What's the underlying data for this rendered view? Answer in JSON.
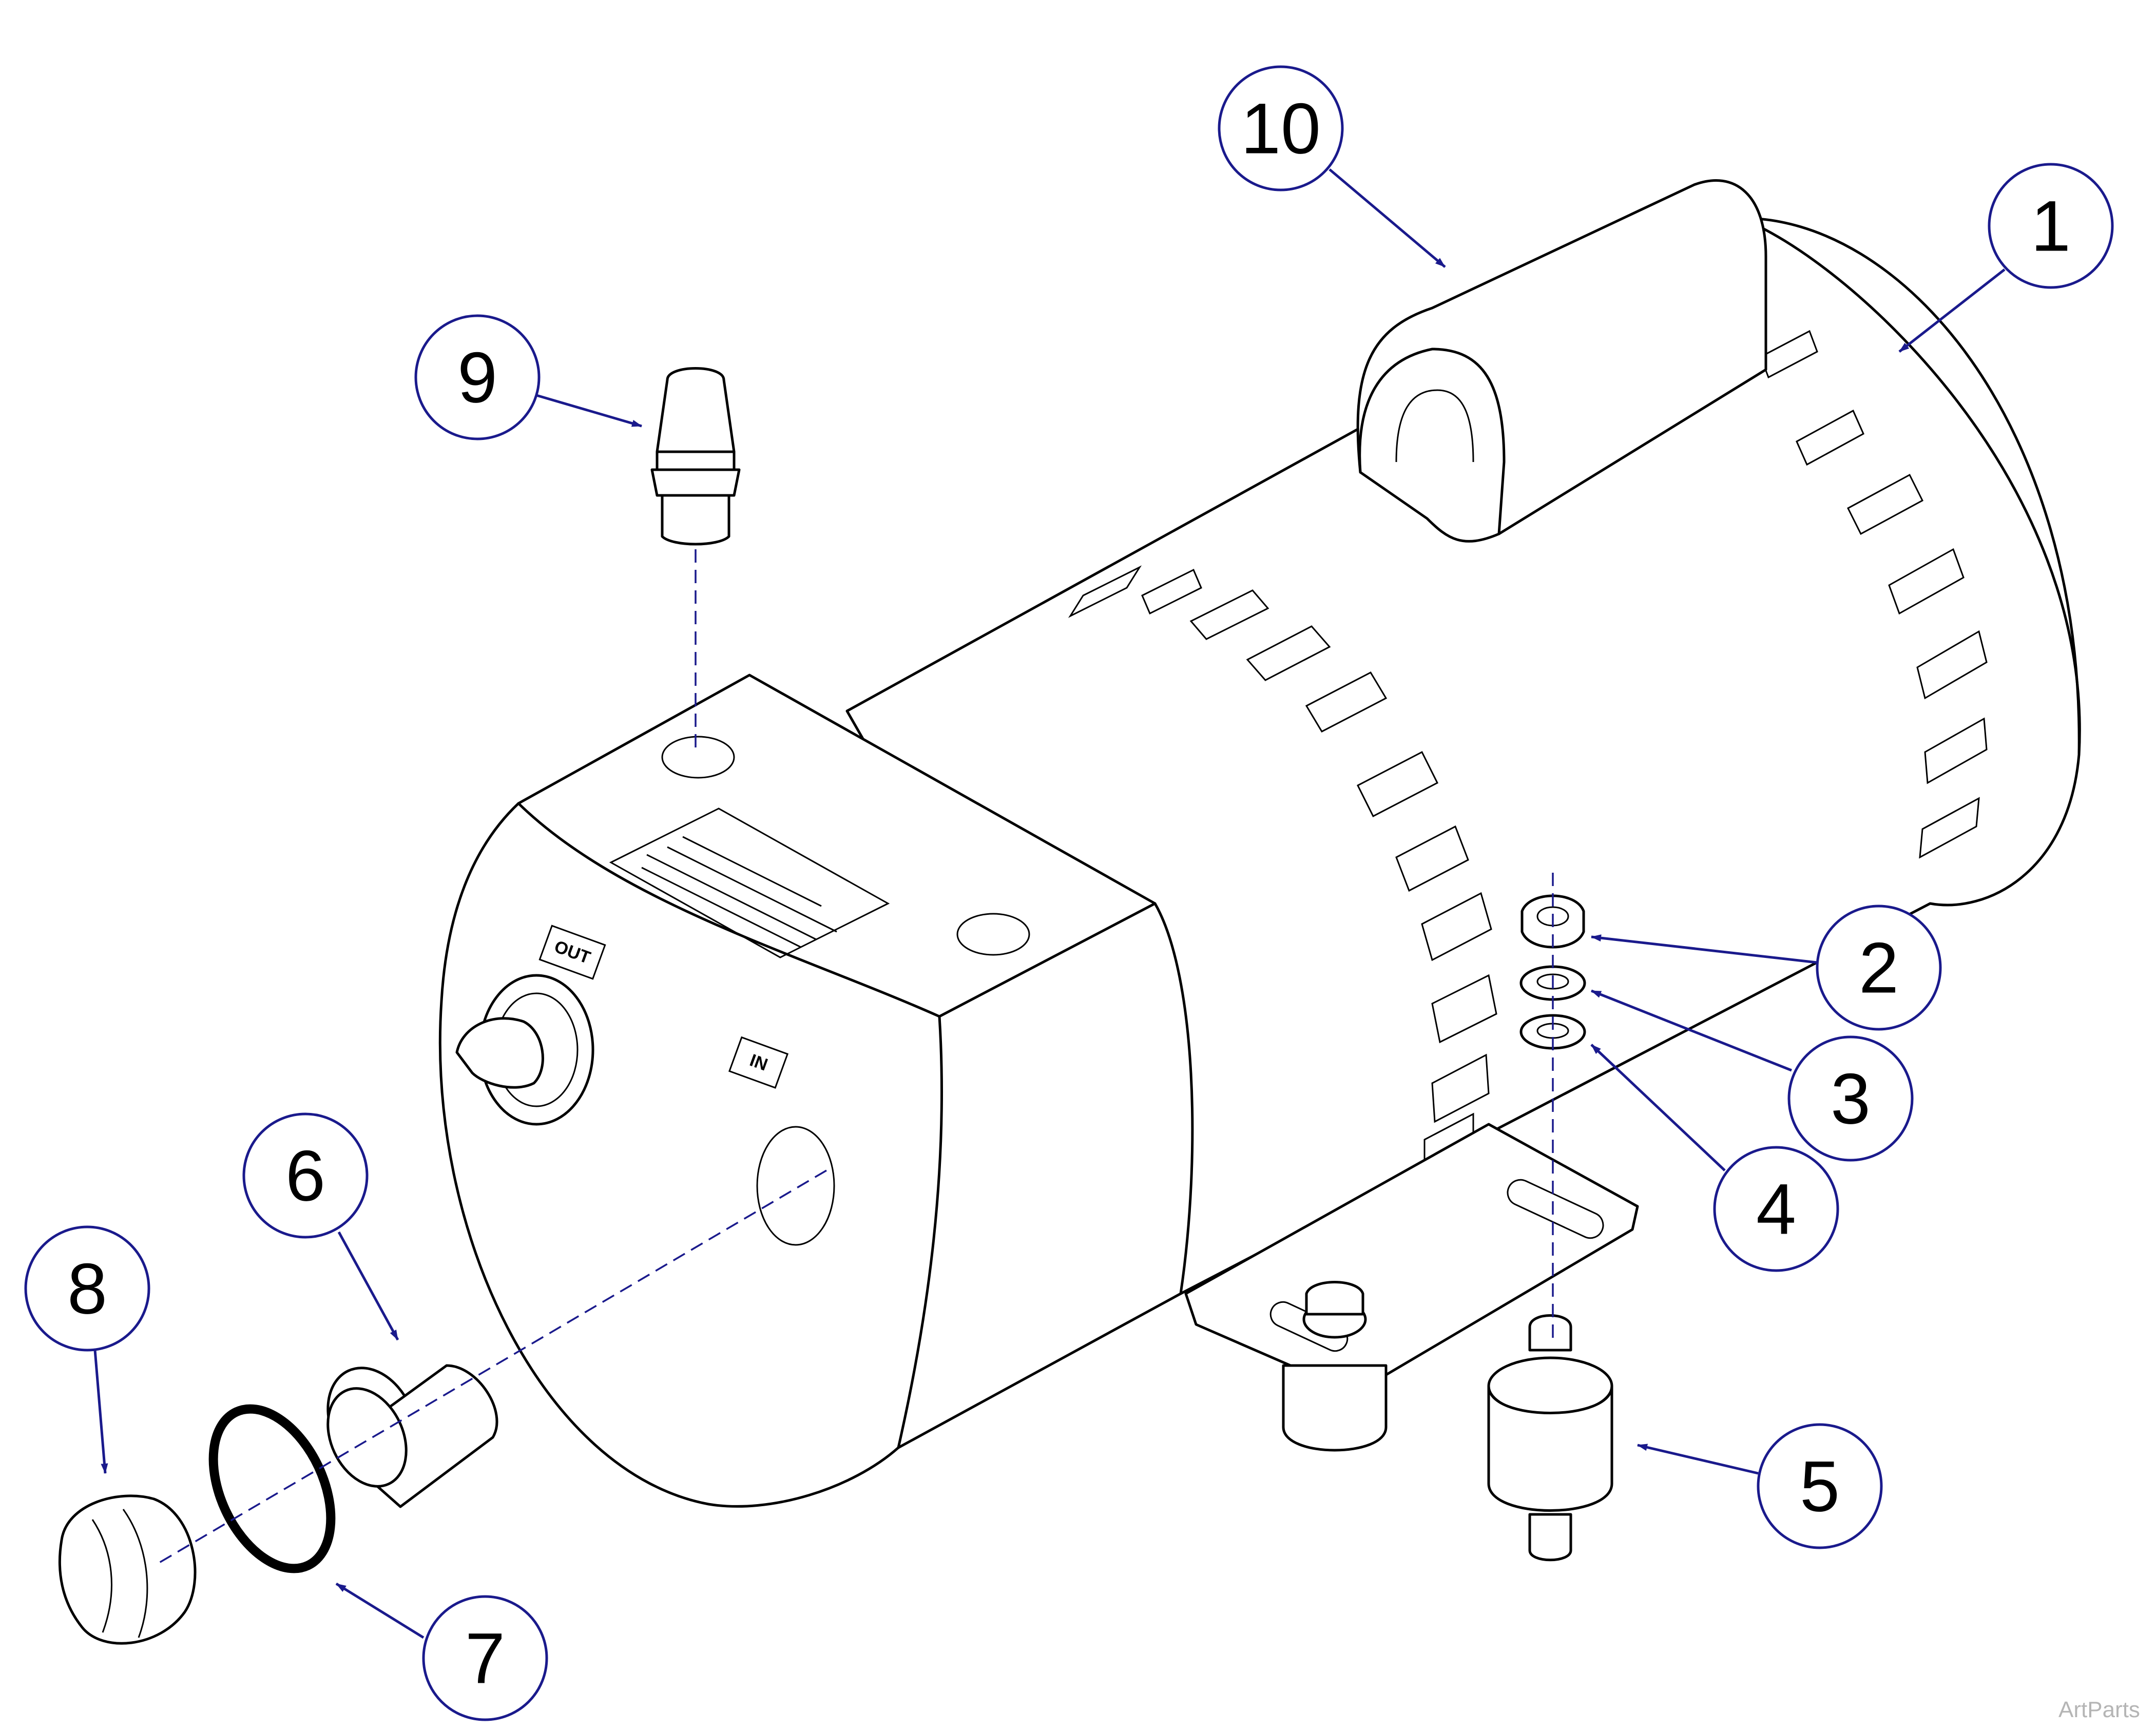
{
  "callouts": [
    {
      "id": "1",
      "label": "1"
    },
    {
      "id": "2",
      "label": "2"
    },
    {
      "id": "3",
      "label": "3"
    },
    {
      "id": "4",
      "label": "4"
    },
    {
      "id": "5",
      "label": "5"
    },
    {
      "id": "6",
      "label": "6"
    },
    {
      "id": "7",
      "label": "7"
    },
    {
      "id": "8",
      "label": "8"
    },
    {
      "id": "9",
      "label": "9"
    },
    {
      "id": "10",
      "label": "10"
    }
  ],
  "ports": {
    "out_label": "OUT",
    "in_label": "IN"
  },
  "watermark": "ArtParts",
  "colors": {
    "callout_stroke": "#1a1a8c",
    "line": "#000000",
    "background": "#ffffff"
  }
}
